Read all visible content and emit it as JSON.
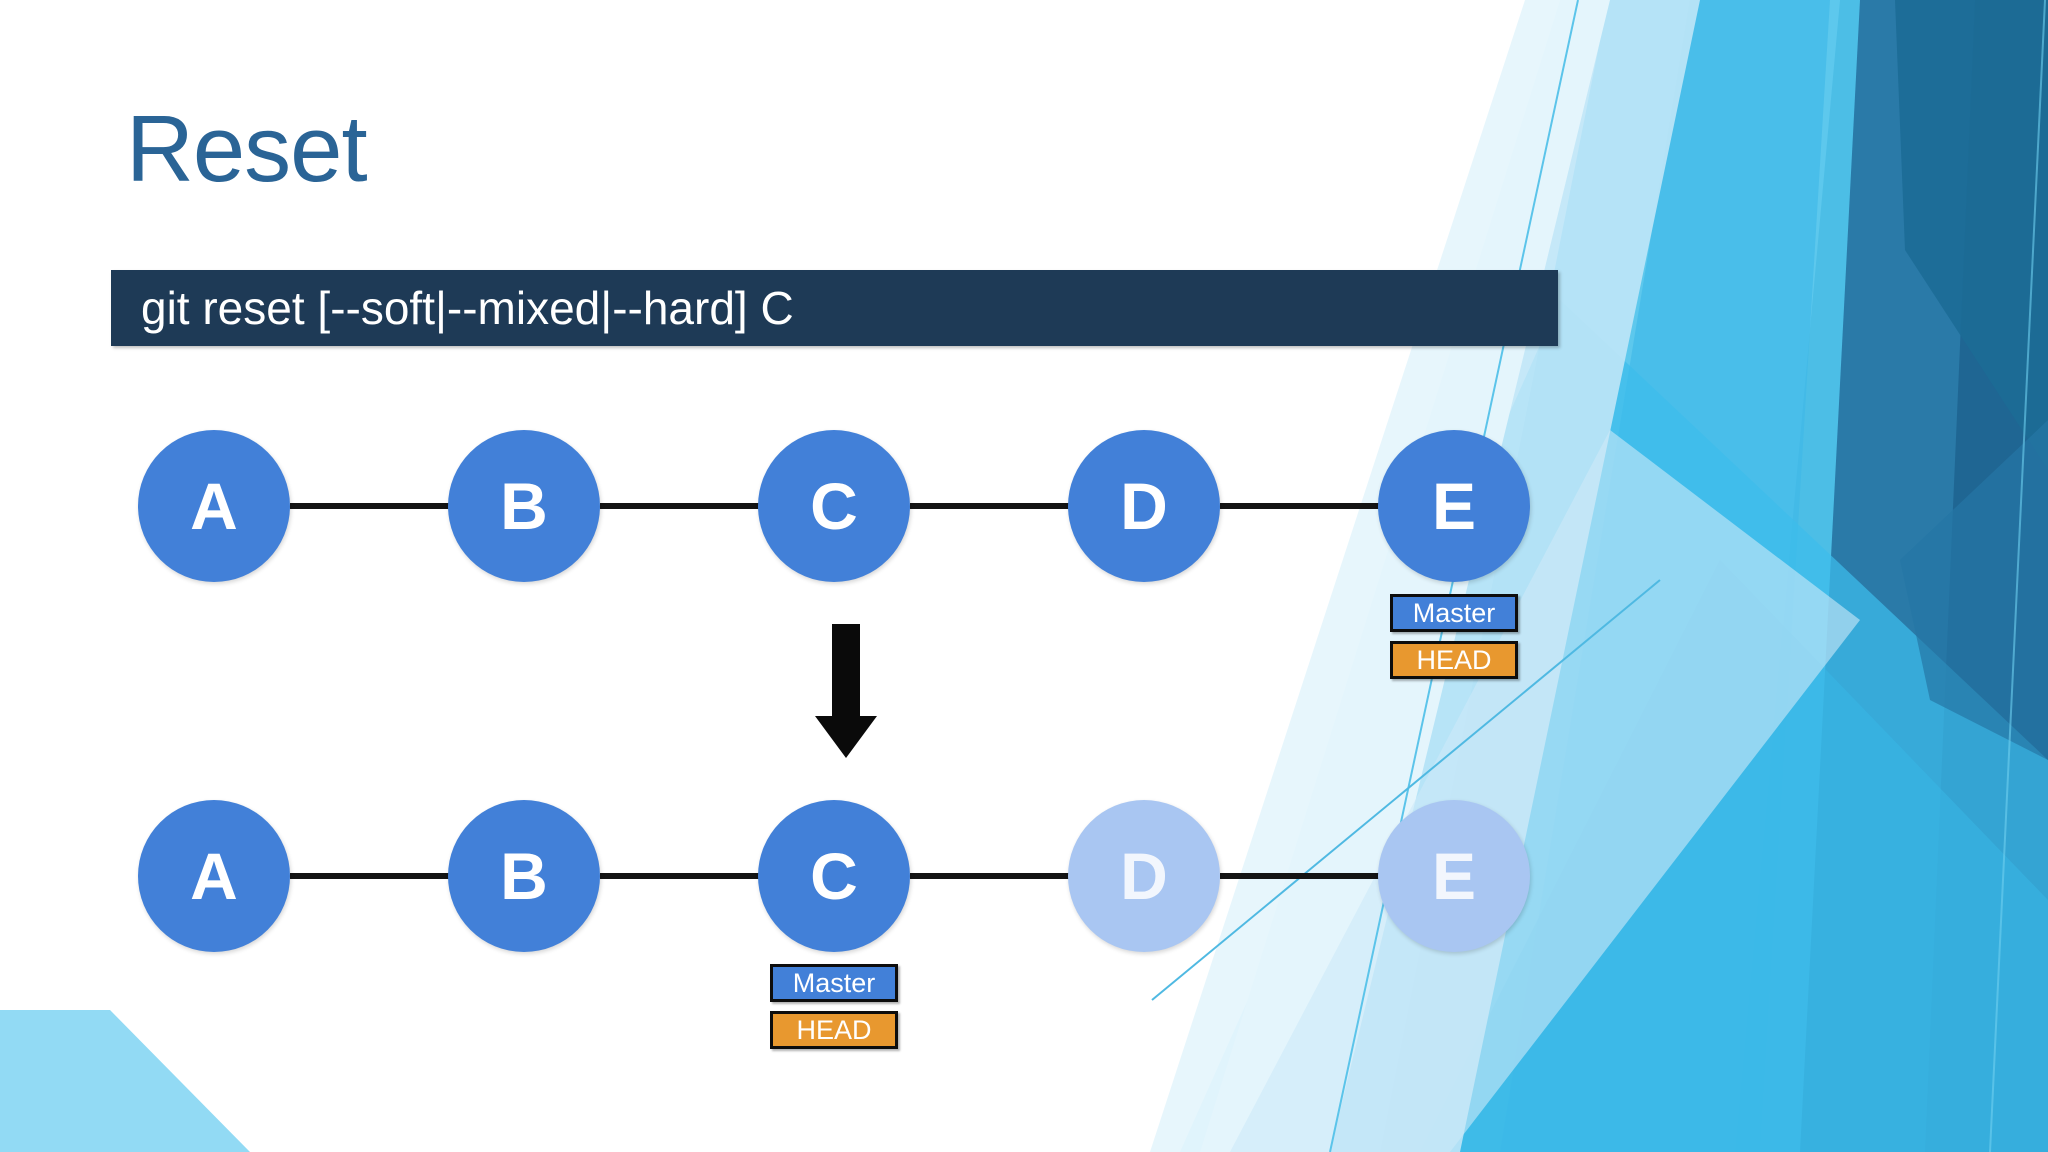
{
  "slide": {
    "title": "Reset",
    "command": "git reset [--soft|--mixed|--hard] C",
    "title_color": "#2A6496",
    "command_bar_color": "#1E3A56",
    "commit_color": "#4280D8",
    "commit_faded_color": "#A9C6F2",
    "branch_tag_color": "#4280D8",
    "head_tag_color": "#E8982F",
    "edge_color": "#141414",
    "arrow_color": "#0A0A0A"
  },
  "diagram": {
    "arrow_icon": "down-arrow-icon",
    "rows": [
      {
        "name": "before",
        "commits": [
          {
            "label": "A",
            "state": "active"
          },
          {
            "label": "B",
            "state": "active"
          },
          {
            "label": "C",
            "state": "active"
          },
          {
            "label": "D",
            "state": "active"
          },
          {
            "label": "E",
            "state": "active"
          }
        ],
        "refs": {
          "attached_to": "E",
          "branch": "Master",
          "head": "HEAD"
        }
      },
      {
        "name": "after",
        "commits": [
          {
            "label": "A",
            "state": "active"
          },
          {
            "label": "B",
            "state": "active"
          },
          {
            "label": "C",
            "state": "active"
          },
          {
            "label": "D",
            "state": "faded"
          },
          {
            "label": "E",
            "state": "faded"
          }
        ],
        "refs": {
          "attached_to": "C",
          "branch": "Master",
          "head": "HEAD"
        }
      }
    ]
  }
}
